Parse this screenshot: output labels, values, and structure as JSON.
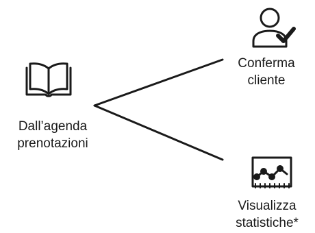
{
  "source": {
    "icon": "open-book-icon",
    "label_line1": "Dall’agenda",
    "label_line2": "prenotazioni"
  },
  "targets": [
    {
      "icon": "user-check-icon",
      "label_line1": "Conferma",
      "label_line2": "cliente"
    },
    {
      "icon": "line-chart-icon",
      "label_line1": "Visualizza",
      "label_line2": "statistiche*"
    }
  ],
  "colors": {
    "ink": "#1a1a1a",
    "background": "#ffffff"
  }
}
